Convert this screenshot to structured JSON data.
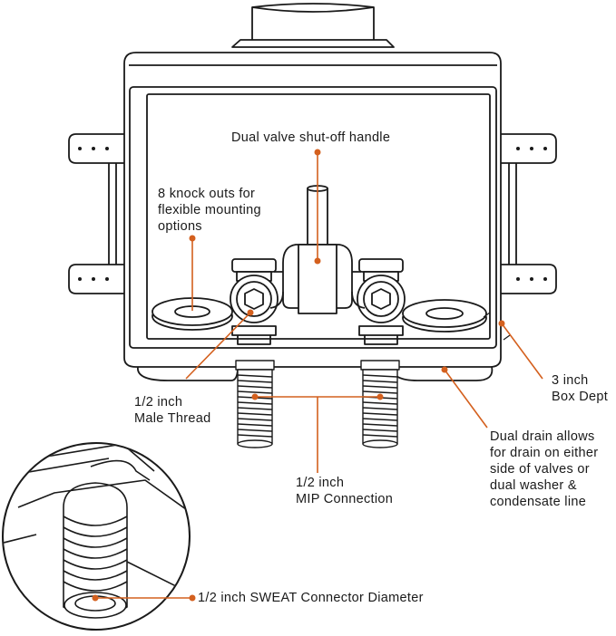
{
  "colors": {
    "outline": "#1a1a1a",
    "callout": "#d4601e",
    "background": "#ffffff"
  },
  "labels": {
    "handle": "Dual valve shut-off handle",
    "knockouts": [
      "8 knock outs for",
      "flexible mounting",
      "options"
    ],
    "male_thread": [
      "1/2 inch",
      "Male Thread"
    ],
    "box_depth": [
      "3 inch",
      "Box Dept"
    ],
    "mip": [
      "1/2 inch",
      "MIP Connection"
    ],
    "drain": [
      "Dual drain allows",
      "for drain on either",
      "side of valves or",
      "dual washer &",
      "condensate line"
    ],
    "sweat": "1/2 inch SWEAT Connector Diameter"
  }
}
